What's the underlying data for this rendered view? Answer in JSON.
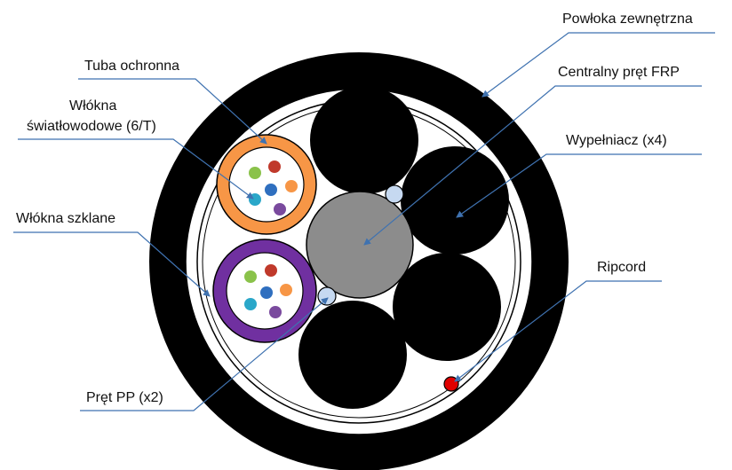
{
  "labels": {
    "outer_jacket": "Powłoka zewnętrzna",
    "protective_tube": "Tuba ochronna",
    "central_member": "Centralny pręt FRP",
    "fibers_line1": "Włókna",
    "fibers_line2": "światłowodowe (6/T)",
    "filler": "Wypełniacz (x4)",
    "glass_yarns": "Włókna szklane",
    "ripcord": "Ripcord",
    "pp_rod": "Pręt PP (x2)"
  },
  "colors": {
    "jacket": "#000000",
    "filler": "#000000",
    "central_member": "#8c8c8c",
    "tube_orange": "#f79646",
    "tube_purple": "#7030a0",
    "pp_rod": "#c6d9f1",
    "ripcord": "#e00000",
    "leader": "#3f72b0",
    "fibers": [
      "#8ac24a",
      "#c0392b",
      "#f79646",
      "#2aa7c9",
      "#2f6fbf",
      "#7a4a9e"
    ]
  }
}
